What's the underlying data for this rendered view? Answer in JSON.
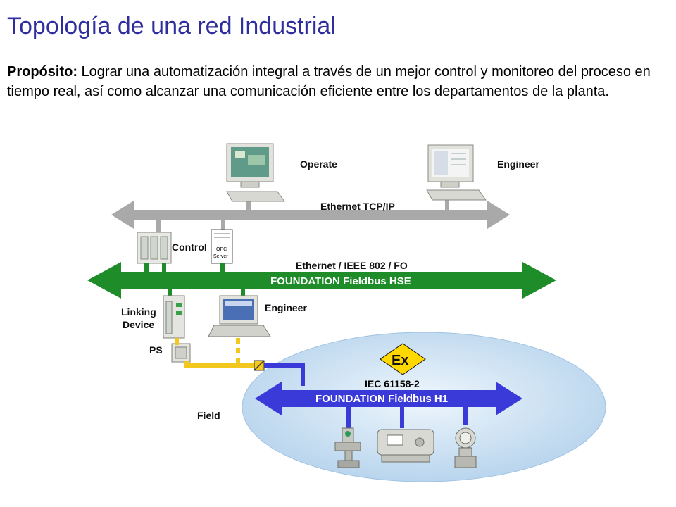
{
  "title": "Topología de una red Industrial",
  "purpose": {
    "label": "Propósito:",
    "text": " Lograr una automatización integral a través de un mejor control y monitoreo del proceso en tiempo real,  así como alcanzar una comunicación eficiente entre los departamentos de la planta."
  },
  "diagram": {
    "operate": "Operate",
    "engineer_top": "Engineer",
    "ethernet_tcpip": "Ethernet TCP/IP",
    "control": "Control",
    "opc_server_line1": "OPC",
    "opc_server_line2": "Server",
    "ethernet_ieee": "Ethernet / IEEE 802 / FO",
    "hse_bus": "FOUNDATION Fieldbus HSE",
    "linking_line1": "Linking",
    "linking_line2": "Device",
    "engineer_mid": "Engineer",
    "ps": "PS",
    "ex_symbol": "Ex",
    "iec": "IEC 61158-2",
    "h1_bus": "FOUNDATION Fieldbus H1",
    "field": "Field",
    "colors": {
      "title": "#2e2e9e",
      "ethernet_bus": "#a6a6a6",
      "hse_bus": "#1f8c2a",
      "h1_bus": "#3a3ad8",
      "yellow_link": "#f2c81e",
      "field_zone": "#bcd8ef"
    }
  }
}
